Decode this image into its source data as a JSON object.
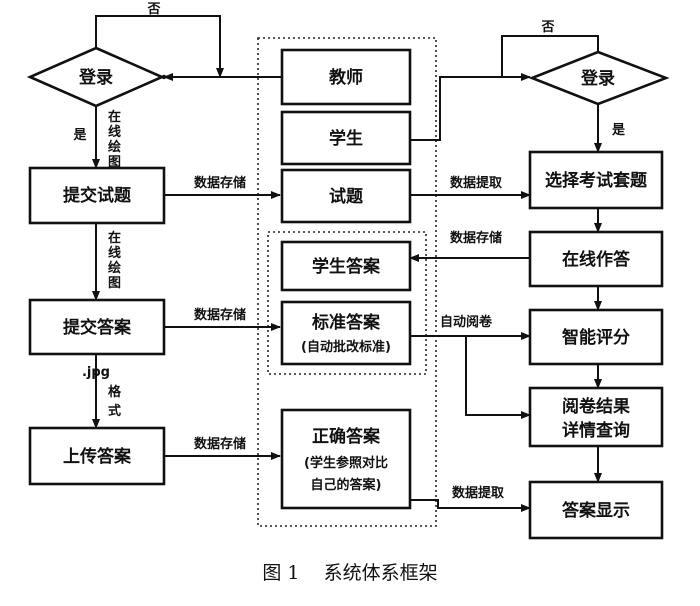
{
  "nodes": {
    "login_left": "登录",
    "login_right": "登录",
    "teacher": "教师",
    "student": "学生",
    "questions": "试题",
    "submit_questions": "提交试题",
    "submit_answers": "提交答案",
    "upload_answers": "上传答案",
    "student_answers": "学生答案",
    "standard_answers": "标准答案",
    "standard_answers_note": "(自动批改标准)",
    "correct_answers": "正确答案",
    "correct_answers_note_1": "(学生参照对比",
    "correct_answers_note_2": "自己的答案)",
    "select_exam": "选择考试套题",
    "online_answer": "在线作答",
    "smart_scoring": "智能评分",
    "result_query_1": "阅卷结果",
    "result_query_2": "详情查询",
    "answer_display": "答案显示"
  },
  "edge_labels": {
    "no_left": "否",
    "no_right": "否",
    "yes_left": "是",
    "yes_right": "是",
    "online_draw_1": [
      "在",
      "线",
      "绘",
      "图"
    ],
    "online_draw_2": [
      "在",
      "线",
      "绘",
      "图"
    ],
    "format": [
      ".jpg",
      "格",
      "式"
    ],
    "store_1": "数据存储",
    "store_2": "数据存储",
    "store_3": "数据存储",
    "store_4": "数据存储",
    "extract_1": "数据提取",
    "extract_2": "数据提取",
    "auto_grade": "自动阅卷"
  },
  "caption": "图 1    系统体系框架"
}
